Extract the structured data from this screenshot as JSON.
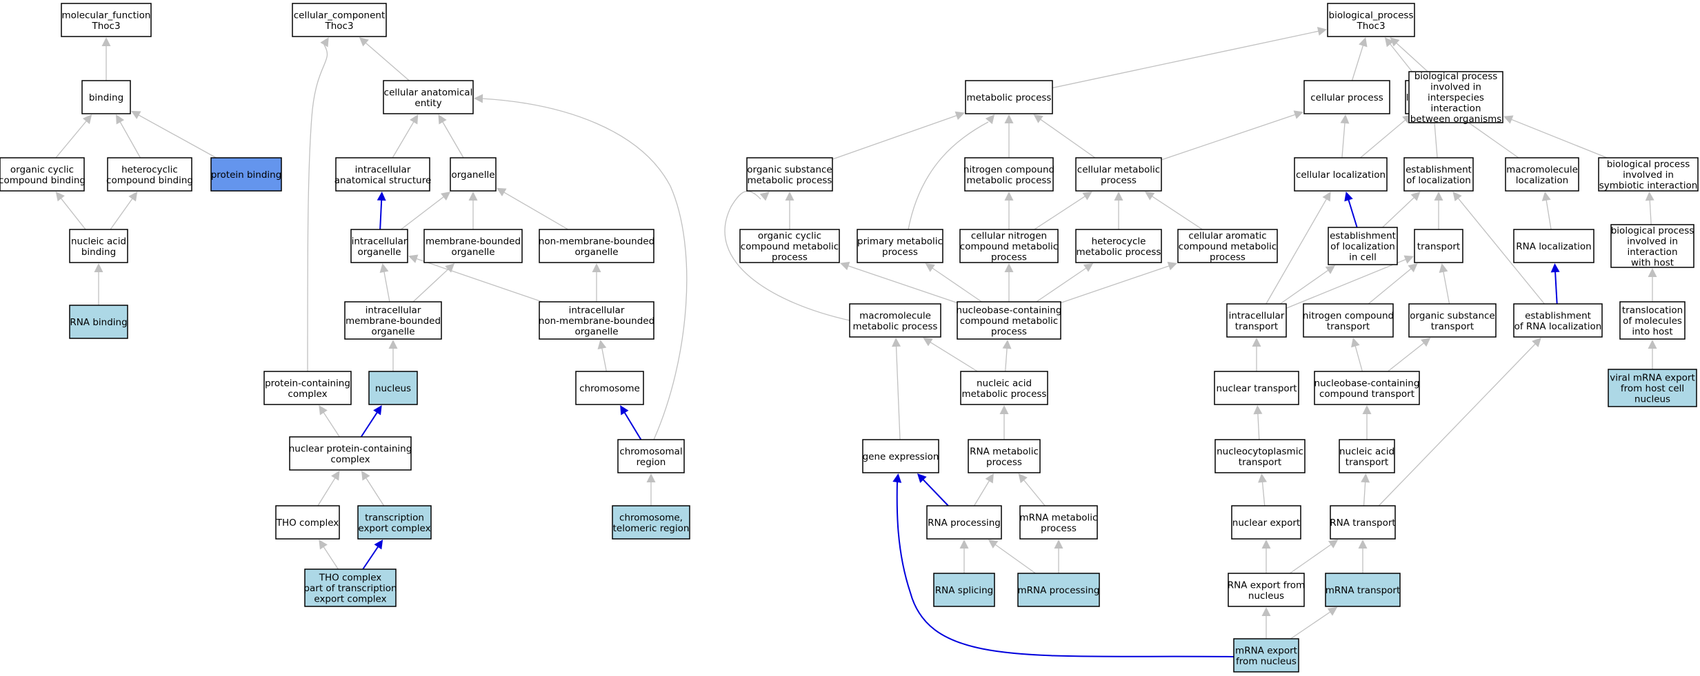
{
  "colors": {
    "node_default": "#ffffff",
    "node_light_blue": "#add8e6",
    "node_blue": "#6495ed",
    "edge_gray": "#c0c0c0",
    "edge_blue": "#0000dd"
  },
  "nodes": [
    {
      "id": "mf",
      "lines": [
        "molecular_function",
        "Thoc3"
      ],
      "fill": "white"
    },
    {
      "id": "binding",
      "lines": [
        "binding"
      ],
      "fill": "white"
    },
    {
      "id": "org_cyclic_binding",
      "lines": [
        "organic cyclic",
        "compound binding"
      ],
      "fill": "white"
    },
    {
      "id": "hetero_binding",
      "lines": [
        "heterocyclic",
        "compound binding"
      ],
      "fill": "white"
    },
    {
      "id": "protein_binding",
      "lines": [
        "protein binding"
      ],
      "fill": "blue"
    },
    {
      "id": "na_binding",
      "lines": [
        "nucleic acid",
        "binding"
      ],
      "fill": "white"
    },
    {
      "id": "rna_binding",
      "lines": [
        "RNA binding"
      ],
      "fill": "light_blue"
    },
    {
      "id": "cc",
      "lines": [
        "cellular_component",
        "Thoc3"
      ],
      "fill": "white"
    },
    {
      "id": "cae",
      "lines": [
        "cellular anatomical",
        "entity"
      ],
      "fill": "white"
    },
    {
      "id": "ias",
      "lines": [
        "intracellular",
        "anatomical structure"
      ],
      "fill": "white"
    },
    {
      "id": "organelle",
      "lines": [
        "organelle"
      ],
      "fill": "white"
    },
    {
      "id": "io",
      "lines": [
        "intracellular",
        "organelle"
      ],
      "fill": "white"
    },
    {
      "id": "mbo",
      "lines": [
        "membrane-bounded",
        "organelle"
      ],
      "fill": "white"
    },
    {
      "id": "nmbo",
      "lines": [
        "non-membrane-bounded",
        "organelle"
      ],
      "fill": "white"
    },
    {
      "id": "imbo",
      "lines": [
        "intracellular",
        "membrane-bounded",
        "organelle"
      ],
      "fill": "white"
    },
    {
      "id": "inmbo",
      "lines": [
        "intracellular",
        "non-membrane-bounded",
        "organelle"
      ],
      "fill": "white"
    },
    {
      "id": "pcc",
      "lines": [
        "protein-containing",
        "complex"
      ],
      "fill": "white"
    },
    {
      "id": "nucleus",
      "lines": [
        "nucleus"
      ],
      "fill": "light_blue"
    },
    {
      "id": "chromosome",
      "lines": [
        "chromosome"
      ],
      "fill": "white"
    },
    {
      "id": "npcc",
      "lines": [
        "nuclear protein-containing",
        "complex"
      ],
      "fill": "white"
    },
    {
      "id": "chrom_region",
      "lines": [
        "chromosomal",
        "region"
      ],
      "fill": "white"
    },
    {
      "id": "tho",
      "lines": [
        "THO complex"
      ],
      "fill": "white"
    },
    {
      "id": "tec",
      "lines": [
        "transcription",
        "export complex"
      ],
      "fill": "light_blue"
    },
    {
      "id": "telomeric",
      "lines": [
        "chromosome,",
        "telomeric region"
      ],
      "fill": "light_blue"
    },
    {
      "id": "tho_part",
      "lines": [
        "THO complex",
        "part of transcription",
        "export complex"
      ],
      "fill": "light_blue"
    },
    {
      "id": "bp",
      "lines": [
        "biological_process",
        "Thoc3"
      ],
      "fill": "white"
    },
    {
      "id": "metabolic",
      "lines": [
        "metabolic process"
      ],
      "fill": "white"
    },
    {
      "id": "cellular_process",
      "lines": [
        "cellular process"
      ],
      "fill": "white"
    },
    {
      "id": "localization",
      "lines": [
        "localization"
      ],
      "fill": "white"
    },
    {
      "id": "bp_interspecies",
      "lines": [
        "biological process",
        "involved in",
        "interspecies",
        "interaction",
        "between organisms"
      ],
      "fill": "white"
    },
    {
      "id": "osmp",
      "lines": [
        "organic substance",
        "metabolic process"
      ],
      "fill": "white"
    },
    {
      "id": "ncmp",
      "lines": [
        "nitrogen compound",
        "metabolic process"
      ],
      "fill": "white"
    },
    {
      "id": "cmp",
      "lines": [
        "cellular metabolic",
        "process"
      ],
      "fill": "white"
    },
    {
      "id": "cell_loc",
      "lines": [
        "cellular localization"
      ],
      "fill": "white"
    },
    {
      "id": "est_loc",
      "lines": [
        "establishment",
        "of localization"
      ],
      "fill": "white"
    },
    {
      "id": "macro_loc",
      "lines": [
        "macromolecule",
        "localization"
      ],
      "fill": "white"
    },
    {
      "id": "bp_symbiotic",
      "lines": [
        "biological process",
        "involved in",
        "symbiotic interaction"
      ],
      "fill": "white"
    },
    {
      "id": "occmp",
      "lines": [
        "organic cyclic",
        "compound metabolic",
        "process"
      ],
      "fill": "white"
    },
    {
      "id": "pmp",
      "lines": [
        "primary metabolic",
        "process"
      ],
      "fill": "white"
    },
    {
      "id": "cncmp",
      "lines": [
        "cellular nitrogen",
        "compound metabolic",
        "process"
      ],
      "fill": "white"
    },
    {
      "id": "hmp",
      "lines": [
        "heterocycle",
        "metabolic process"
      ],
      "fill": "white"
    },
    {
      "id": "cacmp",
      "lines": [
        "cellular aromatic",
        "compound metabolic",
        "process"
      ],
      "fill": "white"
    },
    {
      "id": "est_loc_cell",
      "lines": [
        "establishment",
        "of localization",
        "in cell"
      ],
      "fill": "white"
    },
    {
      "id": "transport",
      "lines": [
        "transport"
      ],
      "fill": "white"
    },
    {
      "id": "rna_loc",
      "lines": [
        "RNA localization"
      ],
      "fill": "white"
    },
    {
      "id": "bp_host",
      "lines": [
        "biological process",
        "involved in",
        "interaction",
        "with host"
      ],
      "fill": "white"
    },
    {
      "id": "mmp",
      "lines": [
        "macromolecule",
        "metabolic process"
      ],
      "fill": "white"
    },
    {
      "id": "nbcmp",
      "lines": [
        "nucleobase-containing",
        "compound metabolic",
        "process"
      ],
      "fill": "white"
    },
    {
      "id": "ic_transport",
      "lines": [
        "intracellular",
        "transport"
      ],
      "fill": "white"
    },
    {
      "id": "nc_transport",
      "lines": [
        "nitrogen compound",
        "transport"
      ],
      "fill": "white"
    },
    {
      "id": "os_transport",
      "lines": [
        "organic substance",
        "transport"
      ],
      "fill": "white"
    },
    {
      "id": "est_rna_loc",
      "lines": [
        "establishment",
        "of RNA localization"
      ],
      "fill": "white"
    },
    {
      "id": "translocation",
      "lines": [
        "translocation",
        "of molecules",
        "into host"
      ],
      "fill": "white"
    },
    {
      "id": "namp",
      "lines": [
        "nucleic acid",
        "metabolic process"
      ],
      "fill": "white"
    },
    {
      "id": "nuc_transport",
      "lines": [
        "nuclear transport"
      ],
      "fill": "white"
    },
    {
      "id": "nbc_transport",
      "lines": [
        "nucleobase-containing",
        "compound transport"
      ],
      "fill": "white"
    },
    {
      "id": "viral_export",
      "lines": [
        "viral mRNA export",
        "from host cell",
        "nucleus"
      ],
      "fill": "light_blue"
    },
    {
      "id": "gene_expr",
      "lines": [
        "gene expression"
      ],
      "fill": "white"
    },
    {
      "id": "rnamp",
      "lines": [
        "RNA metabolic",
        "process"
      ],
      "fill": "white"
    },
    {
      "id": "ncp_transport",
      "lines": [
        "nucleocytoplasmic",
        "transport"
      ],
      "fill": "white"
    },
    {
      "id": "na_transport",
      "lines": [
        "nucleic acid",
        "transport"
      ],
      "fill": "white"
    },
    {
      "id": "rna_proc",
      "lines": [
        "RNA processing"
      ],
      "fill": "white"
    },
    {
      "id": "mrnamp",
      "lines": [
        "mRNA metabolic",
        "process"
      ],
      "fill": "white"
    },
    {
      "id": "nuc_export",
      "lines": [
        "nuclear export"
      ],
      "fill": "white"
    },
    {
      "id": "rna_transport",
      "lines": [
        "RNA transport"
      ],
      "fill": "white"
    },
    {
      "id": "rna_splicing",
      "lines": [
        "RNA splicing"
      ],
      "fill": "light_blue"
    },
    {
      "id": "mrna_proc",
      "lines": [
        "mRNA processing"
      ],
      "fill": "light_blue"
    },
    {
      "id": "rna_export",
      "lines": [
        "RNA export from",
        "nucleus"
      ],
      "fill": "white"
    },
    {
      "id": "mrna_transport",
      "lines": [
        "mRNA transport"
      ],
      "fill": "light_blue"
    },
    {
      "id": "mrna_export",
      "lines": [
        "mRNA export",
        "from nucleus"
      ],
      "fill": "light_blue"
    }
  ],
  "edges": [
    {
      "from": "binding",
      "to": "mf",
      "type": "gray"
    },
    {
      "from": "org_cyclic_binding",
      "to": "binding",
      "type": "gray"
    },
    {
      "from": "hetero_binding",
      "to": "binding",
      "type": "gray"
    },
    {
      "from": "protein_binding",
      "to": "binding",
      "type": "gray"
    },
    {
      "from": "na_binding",
      "to": "org_cyclic_binding",
      "type": "gray"
    },
    {
      "from": "na_binding",
      "to": "hetero_binding",
      "type": "gray"
    },
    {
      "from": "rna_binding",
      "to": "na_binding",
      "type": "gray"
    },
    {
      "from": "cae",
      "to": "cc",
      "type": "gray"
    },
    {
      "from": "pcc",
      "to": "cc",
      "type": "gray"
    },
    {
      "from": "ias",
      "to": "cae",
      "type": "gray"
    },
    {
      "from": "organelle",
      "to": "cae",
      "type": "gray"
    },
    {
      "from": "chrom_region",
      "to": "cae",
      "type": "gray"
    },
    {
      "from": "io",
      "to": "ias",
      "type": "blue"
    },
    {
      "from": "io",
      "to": "organelle",
      "type": "gray"
    },
    {
      "from": "mbo",
      "to": "organelle",
      "type": "gray"
    },
    {
      "from": "nmbo",
      "to": "organelle",
      "type": "gray"
    },
    {
      "from": "imbo",
      "to": "io",
      "type": "gray"
    },
    {
      "from": "imbo",
      "to": "mbo",
      "type": "gray"
    },
    {
      "from": "inmbo",
      "to": "io",
      "type": "gray"
    },
    {
      "from": "inmbo",
      "to": "nmbo",
      "type": "gray"
    },
    {
      "from": "nucleus",
      "to": "imbo",
      "type": "gray"
    },
    {
      "from": "chromosome",
      "to": "inmbo",
      "type": "gray"
    },
    {
      "from": "npcc",
      "to": "pcc",
      "type": "gray"
    },
    {
      "from": "npcc",
      "to": "nucleus",
      "type": "blue"
    },
    {
      "from": "chrom_region",
      "to": "chromosome",
      "type": "blue"
    },
    {
      "from": "tho",
      "to": "npcc",
      "type": "gray"
    },
    {
      "from": "tec",
      "to": "npcc",
      "type": "gray"
    },
    {
      "from": "telomeric",
      "to": "chrom_region",
      "type": "gray"
    },
    {
      "from": "tho_part",
      "to": "tho",
      "type": "gray"
    },
    {
      "from": "tho_part",
      "to": "tec",
      "type": "blue"
    },
    {
      "from": "metabolic",
      "to": "bp",
      "type": "gray"
    },
    {
      "from": "cellular_process",
      "to": "bp",
      "type": "gray"
    },
    {
      "from": "localization",
      "to": "bp",
      "type": "gray"
    },
    {
      "from": "bp_interspecies",
      "to": "bp",
      "type": "gray"
    },
    {
      "from": "osmp",
      "to": "metabolic",
      "type": "gray"
    },
    {
      "from": "ncmp",
      "to": "metabolic",
      "type": "gray"
    },
    {
      "from": "cmp",
      "to": "metabolic",
      "type": "gray"
    },
    {
      "from": "pmp",
      "to": "metabolic",
      "type": "gray"
    },
    {
      "from": "cmp",
      "to": "cellular_process",
      "type": "gray"
    },
    {
      "from": "cell_loc",
      "to": "cellular_process",
      "type": "gray"
    },
    {
      "from": "cell_loc",
      "to": "localization",
      "type": "gray"
    },
    {
      "from": "est_loc",
      "to": "localization",
      "type": "gray"
    },
    {
      "from": "macro_loc",
      "to": "localization",
      "type": "gray"
    },
    {
      "from": "bp_symbiotic",
      "to": "bp_interspecies",
      "type": "gray"
    },
    {
      "from": "occmp",
      "to": "osmp",
      "type": "gray"
    },
    {
      "from": "mmp",
      "to": "osmp",
      "type": "gray"
    },
    {
      "from": "cncmp",
      "to": "ncmp",
      "type": "gray"
    },
    {
      "from": "cncmp",
      "to": "cmp",
      "type": "gray"
    },
    {
      "from": "hmp",
      "to": "cmp",
      "type": "gray"
    },
    {
      "from": "cacmp",
      "to": "cmp",
      "type": "gray"
    },
    {
      "from": "est_loc_cell",
      "to": "cell_loc",
      "type": "blue"
    },
    {
      "from": "est_loc_cell",
      "to": "est_loc",
      "type": "gray"
    },
    {
      "from": "transport",
      "to": "est_loc",
      "type": "gray"
    },
    {
      "from": "est_rna_loc",
      "to": "est_loc",
      "type": "gray"
    },
    {
      "from": "rna_loc",
      "to": "macro_loc",
      "type": "gray"
    },
    {
      "from": "bp_host",
      "to": "bp_symbiotic",
      "type": "gray"
    },
    {
      "from": "nbcmp",
      "to": "occmp",
      "type": "gray"
    },
    {
      "from": "nbcmp",
      "to": "pmp",
      "type": "gray"
    },
    {
      "from": "nbcmp",
      "to": "cncmp",
      "type": "gray"
    },
    {
      "from": "nbcmp",
      "to": "hmp",
      "type": "gray"
    },
    {
      "from": "nbcmp",
      "to": "cacmp",
      "type": "gray"
    },
    {
      "from": "ic_transport",
      "to": "cell_loc",
      "type": "gray"
    },
    {
      "from": "ic_transport",
      "to": "est_loc_cell",
      "type": "gray"
    },
    {
      "from": "ic_transport",
      "to": "transport",
      "type": "gray"
    },
    {
      "from": "nc_transport",
      "to": "transport",
      "type": "gray"
    },
    {
      "from": "os_transport",
      "to": "transport",
      "type": "gray"
    },
    {
      "from": "est_rna_loc",
      "to": "rna_loc",
      "type": "blue"
    },
    {
      "from": "translocation",
      "to": "bp_host",
      "type": "gray"
    },
    {
      "from": "namp",
      "to": "mmp",
      "type": "gray"
    },
    {
      "from": "namp",
      "to": "nbcmp",
      "type": "gray"
    },
    {
      "from": "nuc_transport",
      "to": "ic_transport",
      "type": "gray"
    },
    {
      "from": "nbc_transport",
      "to": "nc_transport",
      "type": "gray"
    },
    {
      "from": "nbc_transport",
      "to": "os_transport",
      "type": "gray"
    },
    {
      "from": "viral_export",
      "to": "translocation",
      "type": "gray"
    },
    {
      "from": "gene_expr",
      "to": "mmp",
      "type": "gray"
    },
    {
      "from": "rnamp",
      "to": "namp",
      "type": "gray"
    },
    {
      "from": "ncp_transport",
      "to": "nuc_transport",
      "type": "gray"
    },
    {
      "from": "na_transport",
      "to": "nbc_transport",
      "type": "gray"
    },
    {
      "from": "rna_proc",
      "to": "gene_expr",
      "type": "blue"
    },
    {
      "from": "rna_proc",
      "to": "rnamp",
      "type": "gray"
    },
    {
      "from": "mrnamp",
      "to": "rnamp",
      "type": "gray"
    },
    {
      "from": "nuc_export",
      "to": "ncp_transport",
      "type": "gray"
    },
    {
      "from": "rna_transport",
      "to": "na_transport",
      "type": "gray"
    },
    {
      "from": "rna_transport",
      "to": "est_rna_loc",
      "type": "gray"
    },
    {
      "from": "rna_splicing",
      "to": "rna_proc",
      "type": "gray"
    },
    {
      "from": "mrna_proc",
      "to": "rna_proc",
      "type": "gray"
    },
    {
      "from": "mrna_proc",
      "to": "mrnamp",
      "type": "gray"
    },
    {
      "from": "rna_export",
      "to": "nuc_export",
      "type": "gray"
    },
    {
      "from": "rna_export",
      "to": "rna_transport",
      "type": "gray"
    },
    {
      "from": "mrna_transport",
      "to": "rna_transport",
      "type": "gray"
    },
    {
      "from": "mrna_export",
      "to": "rna_export",
      "type": "gray"
    },
    {
      "from": "mrna_export",
      "to": "mrna_transport",
      "type": "gray"
    },
    {
      "from": "mrna_export",
      "to": "gene_expr",
      "type": "blue"
    }
  ]
}
